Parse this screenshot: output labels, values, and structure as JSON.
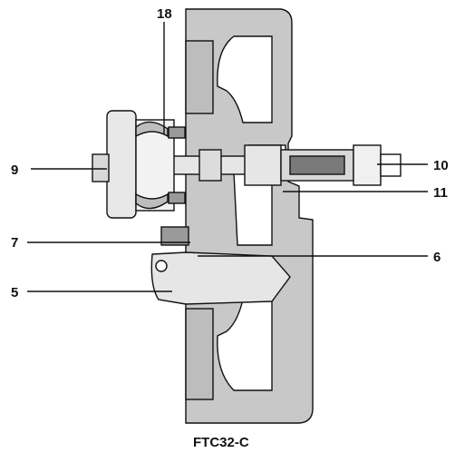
{
  "figure": {
    "caption": "FTC32-C",
    "callouts": [
      {
        "id": "18",
        "text": "18"
      },
      {
        "id": "9",
        "text": "9"
      },
      {
        "id": "7",
        "text": "7"
      },
      {
        "id": "5",
        "text": "5"
      },
      {
        "id": "10",
        "text": "10"
      },
      {
        "id": "11",
        "text": "11"
      },
      {
        "id": "6",
        "text": "6"
      }
    ]
  }
}
